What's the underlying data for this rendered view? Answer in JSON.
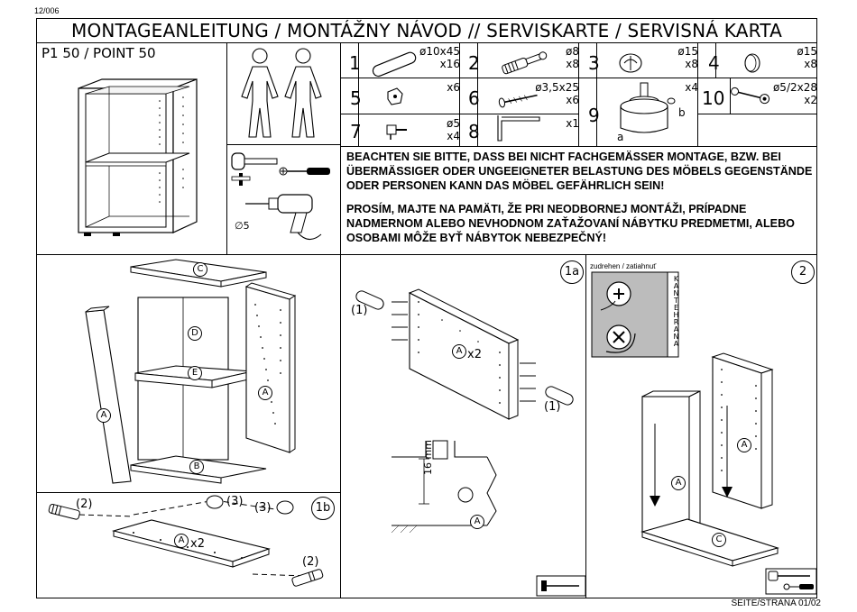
{
  "doc_number": "12/006",
  "title": "MONTAGEANLEITUNG / MONTÁŽNY NÁVOD  //  SERVISKARTE / SERVISNÁ KARTA",
  "model": "P1  50 / POINT  50",
  "drill_label": "∅5",
  "parts": [
    {
      "num": "1",
      "dim": "ø10x45",
      "qty": "x16"
    },
    {
      "num": "2",
      "dim": "ø8",
      "qty": "x8"
    },
    {
      "num": "3",
      "dim": "ø15",
      "qty": "x8"
    },
    {
      "num": "4",
      "dim": "ø15",
      "qty": "x8"
    },
    {
      "num": "5",
      "dim": "",
      "qty": "x6"
    },
    {
      "num": "6",
      "dim": "ø3,5x25",
      "qty": "x6"
    },
    {
      "num": "7",
      "dim": "ø5",
      "qty": "x4"
    },
    {
      "num": "8",
      "dim": "",
      "qty": "x1"
    },
    {
      "num": "9",
      "dim": "",
      "qty": "x4",
      "sub_a": "a",
      "sub_b": "b"
    },
    {
      "num": "10",
      "dim": "ø5/2x28",
      "qty": "x2"
    }
  ],
  "warning_de": "BEACHTEN SIE BITTE, DASS BEI NICHT FACHGEMÄSSER MONTAGE, BZW. BEI ÜBERMÄSSIGER ODER UNGEEIGNETER BELASTUNG DES MÖBELS GEGENSTÄNDE ODER PERSONEN KANN DAS MÖBEL GEFÄHRLICH SEIN!",
  "warning_sk": "PROSÍM, MAJTE NA PAMÄTI, ŽE PRI NEODBORNEJ MONTÁŽI, PRÍPADNE NADMERNOM ALEBO NEVHODNOM ZAŤAŽOVANÍ NÁBYTKU PREDMETMI, ALEBO OSOBAMI MÔŽE BYŤ NÁBYTOK NEBEZPEČNÝ!",
  "steps": {
    "s1a": "1a",
    "s1b": "1b",
    "s2": "2"
  },
  "panels": {
    "A": "A",
    "B": "B",
    "C": "C",
    "D": "D",
    "E": "E"
  },
  "x2": "x2",
  "callouts": {
    "c1": "(1)",
    "c2": "(2)",
    "c3": "(3)"
  },
  "tighten_note": "zudrehen / zatiahnuť",
  "kante_label": "KANTE HRANA",
  "dim_16mm": "16 mm",
  "footer": "SEITE/STRANA  01/02"
}
